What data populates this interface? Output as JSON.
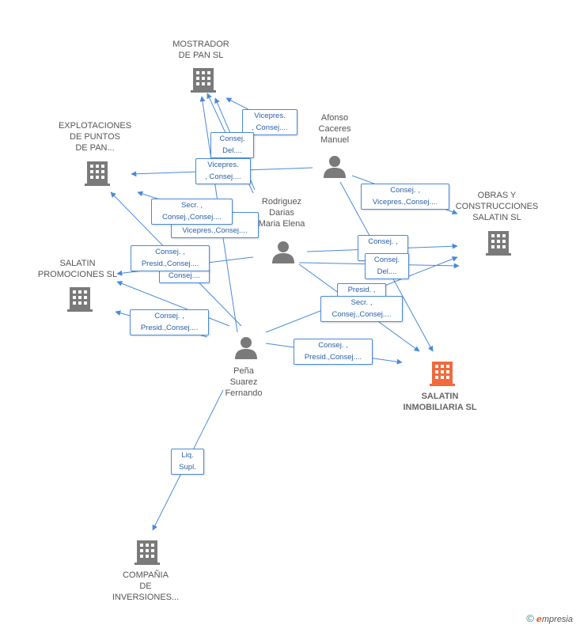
{
  "colors": {
    "edge": "#4a8ad8",
    "company": "#7a7a7a",
    "main_company": "#f06a3c",
    "person": "#7a7a7a",
    "label_text": "#2a5fa8"
  },
  "companies": [
    {
      "id": "mostrador",
      "icon": "building-icon",
      "lines": [
        "MOSTRADOR",
        "DE PAN SL"
      ]
    },
    {
      "id": "explotaciones",
      "icon": "building-icon",
      "lines": [
        "EXPLOTACIONES",
        "DE PUNTOS",
        "DE PAN..."
      ]
    },
    {
      "id": "obras",
      "icon": "building-icon",
      "lines": [
        "OBRAS Y",
        "CONSTRUCCIONES",
        "SALATIN SL"
      ]
    },
    {
      "id": "promociones",
      "icon": "building-icon",
      "lines": [
        "SALATIN",
        "PROMOCIONES SL"
      ]
    },
    {
      "id": "inmobiliaria",
      "icon": "building-icon",
      "main": true,
      "lines": [
        "SALATIN",
        "INMOBILIARIA SL"
      ]
    },
    {
      "id": "compania",
      "icon": "building-icon",
      "lines": [
        "COMPAÑIA",
        "DE",
        "INVERSIONES..."
      ]
    }
  ],
  "persons": [
    {
      "id": "afonso",
      "icon": "person-icon",
      "lines": [
        "Afonso",
        "Caceres",
        "Manuel"
      ]
    },
    {
      "id": "rodriguez",
      "icon": "person-icon",
      "lines": [
        "Rodriguez",
        "Darias",
        "Maria Elena"
      ]
    },
    {
      "id": "pena",
      "icon": "person-icon",
      "lines": [
        "Peña",
        "Suarez",
        "Fernando"
      ]
    }
  ],
  "edge_labels": [
    {
      "id": "l1",
      "lines": [
        "Vicepres.",
        ", Consej...."
      ]
    },
    {
      "id": "l2",
      "lines": [
        "Consej.",
        "Del...."
      ]
    },
    {
      "id": "l3",
      "lines": [
        "Vicepres.",
        ", Consej...."
      ]
    },
    {
      "id": "l4",
      "lines": [
        "Consej. ,",
        "Vicepres.,Consej...."
      ]
    },
    {
      "id": "l5",
      "lines": [
        ",",
        "Vicepres.,Consej...."
      ]
    },
    {
      "id": "l6",
      "lines": [
        "Secr. ,",
        "Consej.,Consej...."
      ]
    },
    {
      "id": "l7",
      "lines": [
        "Consej. ,",
        "Presid.,Consej...."
      ]
    },
    {
      "id": "l8",
      "lines": [
        "Consej...."
      ]
    },
    {
      "id": "l9",
      "lines": [
        "Consej. ,",
        "..."
      ]
    },
    {
      "id": "l10",
      "lines": [
        "Consej.",
        "Del...."
      ]
    },
    {
      "id": "l11",
      "lines": [
        "Presid. ,"
      ]
    },
    {
      "id": "l12",
      "lines": [
        "Secr. ,",
        "Consej.,Consej...."
      ]
    },
    {
      "id": "l13",
      "lines": [
        "Consej. ,",
        "Presid.,Consej...."
      ]
    },
    {
      "id": "l14",
      "lines": [
        "Consej. ,",
        "Presid.,Consej...."
      ]
    },
    {
      "id": "l15",
      "lines": [
        "Liq.",
        "Supl."
      ]
    }
  ],
  "footer": {
    "copyright": "©",
    "brand_initial": "e",
    "brand_rest": "mpresia"
  }
}
